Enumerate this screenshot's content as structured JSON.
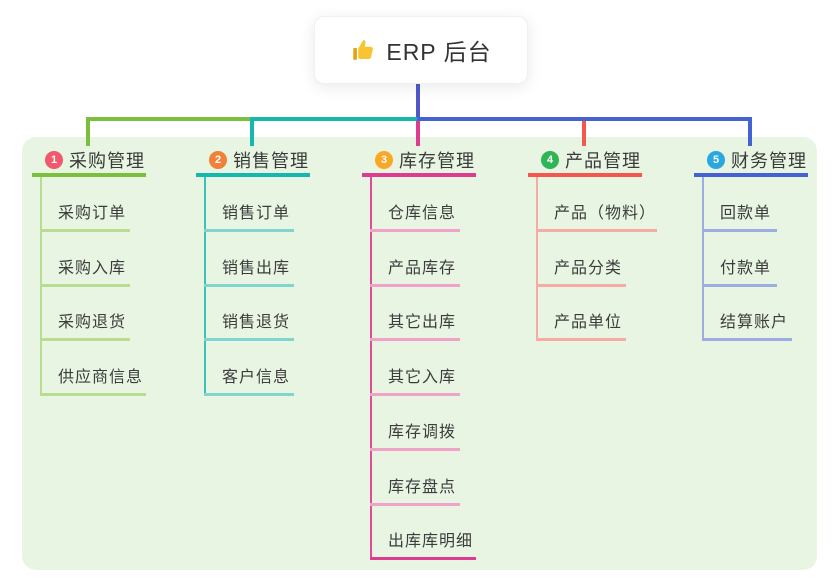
{
  "root": {
    "title": "ERP 后台",
    "icon": "thumbs-up-icon",
    "icon_color": "#f7c531",
    "stem_color": "#5057c7"
  },
  "canvas": {
    "background": "#ffffff",
    "panel_background": "#e8f5e2"
  },
  "branches": [
    {
      "badge": "1",
      "label": "采购管理",
      "badge_color": "#f1586d",
      "line_color": "#7cbe3e",
      "line_light": "#b7dc92",
      "rail_color": "#b7dc92",
      "items": [
        {
          "label": "采购订单"
        },
        {
          "label": "采购入库"
        },
        {
          "label": "采购退货"
        },
        {
          "label": "供应商信息"
        }
      ]
    },
    {
      "badge": "2",
      "label": "销售管理",
      "badge_color": "#f08138",
      "line_color": "#16b8ae",
      "line_light": "#82d5ce",
      "rail_color": "#3ec1b8",
      "items": [
        {
          "label": "销售订单"
        },
        {
          "label": "销售出库"
        },
        {
          "label": "销售退货"
        },
        {
          "label": "客户信息"
        }
      ]
    },
    {
      "badge": "3",
      "label": "库存管理",
      "badge_color": "#f9a825",
      "line_color": "#dc3d90",
      "line_light": "#efa3c9",
      "rail_color": "#e04b97",
      "items": [
        {
          "label": "仓库信息"
        },
        {
          "label": "产品库存"
        },
        {
          "label": "其它出库"
        },
        {
          "label": "其它入库"
        },
        {
          "label": "库存调拨"
        },
        {
          "label": "库存盘点"
        },
        {
          "label": "出库库明细",
          "emphasis": true
        }
      ]
    },
    {
      "badge": "4",
      "label": "产品管理",
      "badge_color": "#2fb456",
      "line_color": "#f4574e",
      "line_light": "#f7aba4",
      "rail_color": "#f7aba4",
      "items": [
        {
          "label": "产品（物料）"
        },
        {
          "label": "产品分类"
        },
        {
          "label": "产品单位"
        }
      ]
    },
    {
      "badge": "5",
      "label": "财务管理",
      "badge_color": "#29a8e0",
      "line_color": "#4462d1",
      "line_light": "#9dade1",
      "rail_color": "#9dade1",
      "items": [
        {
          "label": "回款单"
        },
        {
          "label": "付款单"
        },
        {
          "label": "结算账户"
        }
      ]
    }
  ]
}
